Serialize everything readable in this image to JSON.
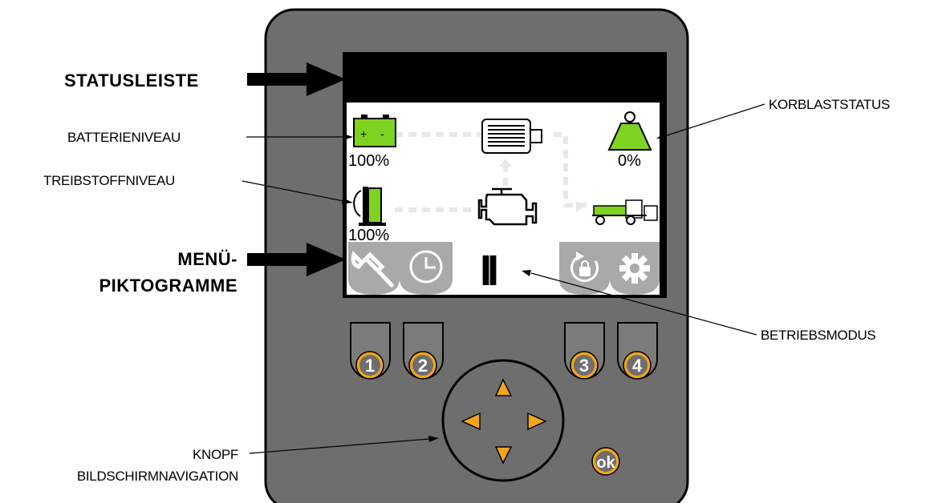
{
  "callouts": {
    "status_bar": "STATUSLEISTE",
    "battery_level": "BATTERIENIVEAU",
    "fuel_level": "TREIBSTOFFNIVEAU",
    "menu_icons_line1": "MENÜ-",
    "menu_icons_line2": "PIKTOGRAMME",
    "nav_button_line1": "KNOPF",
    "nav_button_line2": "BILDSCHIRMNAVIGATION",
    "basket_load_status": "KORBLASTSTATUS",
    "operating_mode": "BETRIEBSMODUS"
  },
  "screen": {
    "battery_percent": "100%",
    "fuel_percent": "100%",
    "load_percent": "0%",
    "battery_plus": "+",
    "battery_minus": "-",
    "mode_symbol": "II"
  },
  "buttons": {
    "b1": "1",
    "b2": "2",
    "b3": "3",
    "b4": "4",
    "ok": "ok"
  },
  "colors": {
    "housing": "#6e6e6e",
    "screen_green": "#7ed321",
    "accent_orange": "#f2a51a",
    "menu_tab": "#a7aaa9"
  },
  "icons": [
    "wrench-icon",
    "clock-icon",
    "lock-rotate-icon",
    "gear-icon",
    "motor-icon",
    "engine-icon",
    "machine-icon",
    "weight-icon",
    "battery-icon",
    "fuel-pump-icon"
  ]
}
